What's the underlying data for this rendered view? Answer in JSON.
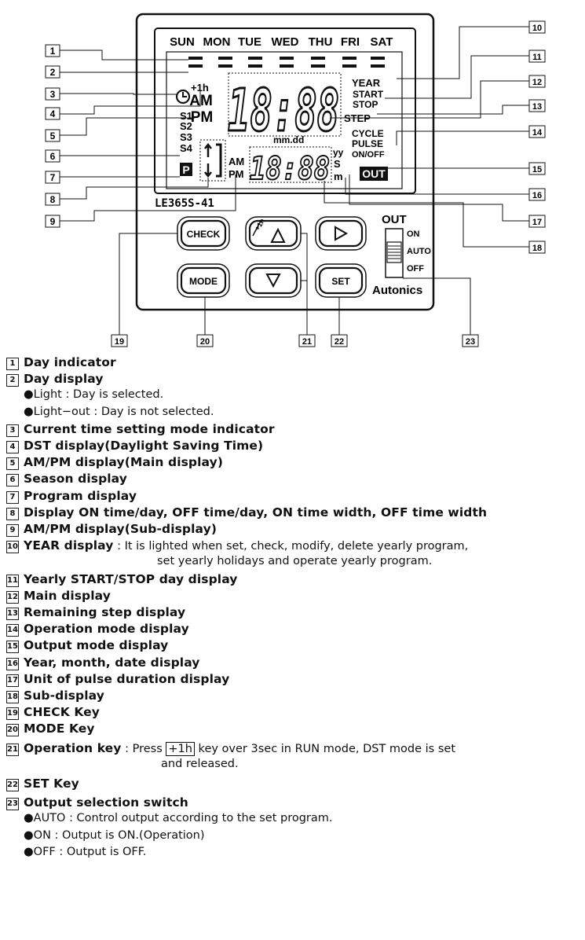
{
  "panel": {
    "days": [
      "SUN",
      "MON",
      "TUE",
      "WED",
      "THU",
      "FRI",
      "SAT"
    ],
    "main_digits": "18:88",
    "sub_digits": "18:88",
    "plus1h": "+1h",
    "am": "AM",
    "pm": "PM",
    "seasons": [
      "S1",
      "S2",
      "S3",
      "S4"
    ],
    "program": "P",
    "year": "YEAR",
    "start": "START",
    "stop": "STOP",
    "step": "STEP",
    "cycle": "CYCLE",
    "pulse": "PULSE",
    "onoff": "ON/OFF",
    "out_badge": "OUT",
    "mmdd": "mm.dd",
    "yy": "yy",
    "s": "S",
    "m": "m",
    "sub_am": "AM",
    "sub_pm": "PM",
    "model": "LE365S-41",
    "check_key": "CHECK",
    "mode_key": "MODE",
    "set_key": "SET",
    "key_up_tag": "+1h",
    "switch_title": "OUT",
    "switch_on": "ON",
    "switch_auto": "AUTO",
    "switch_off": "OFF",
    "brand": "Autonics"
  },
  "callout_numbers": [
    "1",
    "2",
    "3",
    "4",
    "5",
    "6",
    "7",
    "8",
    "9",
    "10",
    "11",
    "12",
    "13",
    "14",
    "15",
    "16",
    "17",
    "18",
    "19",
    "20",
    "21",
    "22",
    "23"
  ],
  "legend": [
    {
      "num": "1",
      "label": "Day indicator"
    },
    {
      "num": "2",
      "label": "Day display",
      "subs": [
        "●Light : Day is selected.",
        "●Light−out : Day is not selected."
      ]
    },
    {
      "num": "3",
      "label": "Current time setting mode indicator"
    },
    {
      "num": "4",
      "label": "DST display(Daylight Saving Time)"
    },
    {
      "num": "5",
      "label": "AM/PM display(Main display)"
    },
    {
      "num": "6",
      "label": "Season display"
    },
    {
      "num": "7",
      "label": "Program display"
    },
    {
      "num": "8",
      "label": "Display ON time/day, OFF time/day, ON time width, OFF time width"
    },
    {
      "num": "9",
      "label": "AM/PM display(Sub-display)"
    },
    {
      "num": "10",
      "label": "YEAR display",
      "desc": " : It is lighted when set, check, modify, delete yearly program,",
      "cont": "set yearly holidays and operate yearly program."
    },
    {
      "num": "11",
      "label": "Yearly START/STOP day display"
    },
    {
      "num": "12",
      "label": "Main display"
    },
    {
      "num": "13",
      "label": "Remaining step display"
    },
    {
      "num": "14",
      "label": "Operation mode display"
    },
    {
      "num": "15",
      "label": "Output mode display"
    },
    {
      "num": "16",
      "label": "Year, month, date display"
    },
    {
      "num": "17",
      "label": "Unit of pulse duration display"
    },
    {
      "num": "18",
      "label": "Sub-display"
    },
    {
      "num": "19",
      "label": "CHECK Key"
    },
    {
      "num": "20",
      "label": "MODE Key"
    },
    {
      "num": "21",
      "label": "Operation key",
      "desc_pre": " : Press ",
      "desc_key": "+1h",
      "desc_post": " key over 3sec in RUN mode, DST mode is set",
      "cont": "and released."
    },
    {
      "num": "22",
      "label": "SET Key"
    },
    {
      "num": "23",
      "label": "Output selection switch",
      "subs": [
        "●AUTO : Control output according to the set program.",
        "●ON : Output is ON.(Operation)",
        "●OFF : Output is OFF."
      ]
    }
  ]
}
